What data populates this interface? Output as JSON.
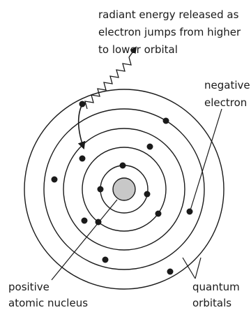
{
  "labels": {
    "energy_line1": "radiant energy released as",
    "energy_line2": "electron jumps from higher",
    "energy_line3": "to lower orbital",
    "electron_line1": "negative",
    "electron_line2": "electron",
    "nucleus_line1": "positive",
    "nucleus_line2": "atomic nucleus",
    "orbitals_line1": "quantum",
    "orbitals_line2": "orbitals"
  },
  "colors": {
    "ink": "#1a1a1a",
    "nucleus_fill": "#c8c8c8"
  }
}
